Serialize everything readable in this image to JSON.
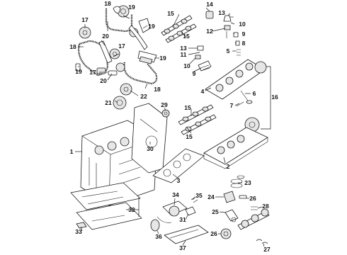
{
  "callouts": [
    {
      "id": "c18a",
      "label": "18"
    },
    {
      "id": "c19a",
      "label": "19"
    },
    {
      "id": "c17a",
      "label": "17"
    },
    {
      "id": "c20a",
      "label": "20"
    },
    {
      "id": "c19b",
      "label": "19"
    },
    {
      "id": "c18b",
      "label": "18"
    },
    {
      "id": "c19c",
      "label": "19"
    },
    {
      "id": "c17b",
      "label": "17"
    },
    {
      "id": "c19d",
      "label": "19"
    },
    {
      "id": "c17c",
      "label": "17"
    },
    {
      "id": "c20b",
      "label": "20"
    },
    {
      "id": "c18c",
      "label": "18"
    },
    {
      "id": "c22",
      "label": "22"
    },
    {
      "id": "c21",
      "label": "21"
    },
    {
      "id": "c15a",
      "label": "15"
    },
    {
      "id": "c15b",
      "label": "15"
    },
    {
      "id": "c14",
      "label": "14"
    },
    {
      "id": "c13a",
      "label": "13"
    },
    {
      "id": "c10a",
      "label": "10"
    },
    {
      "id": "c12",
      "label": "12"
    },
    {
      "id": "c9a",
      "label": "9"
    },
    {
      "id": "c8",
      "label": "8"
    },
    {
      "id": "c5",
      "label": "5"
    },
    {
      "id": "c13b",
      "label": "13"
    },
    {
      "id": "c11",
      "label": "11"
    },
    {
      "id": "c10b",
      "label": "10"
    },
    {
      "id": "c9b",
      "label": "9"
    },
    {
      "id": "c4",
      "label": "4"
    },
    {
      "id": "c6",
      "label": "6"
    },
    {
      "id": "c7",
      "label": "7"
    },
    {
      "id": "c16",
      "label": "16"
    },
    {
      "id": "c15c",
      "label": "15"
    },
    {
      "id": "c15d",
      "label": "15"
    },
    {
      "id": "c29",
      "label": "29"
    },
    {
      "id": "c1",
      "label": "1"
    },
    {
      "id": "c30",
      "label": "30"
    },
    {
      "id": "c3",
      "label": "3"
    },
    {
      "id": "c2",
      "label": "2"
    },
    {
      "id": "c23",
      "label": "23"
    },
    {
      "id": "c24",
      "label": "24"
    },
    {
      "id": "c26",
      "label": "26"
    },
    {
      "id": "c25",
      "label": "25"
    },
    {
      "id": "c28",
      "label": "28"
    },
    {
      "id": "c26b",
      "label": "26"
    },
    {
      "id": "c27",
      "label": "27"
    },
    {
      "id": "c34",
      "label": "34"
    },
    {
      "id": "c35",
      "label": "35"
    },
    {
      "id": "c32",
      "label": "32"
    },
    {
      "id": "c33",
      "label": "33"
    },
    {
      "id": "c31",
      "label": "31"
    },
    {
      "id": "c36",
      "label": "36"
    },
    {
      "id": "c37",
      "label": "37"
    }
  ],
  "colors": {
    "line": "#1a1a1a",
    "background": "#ffffff"
  }
}
